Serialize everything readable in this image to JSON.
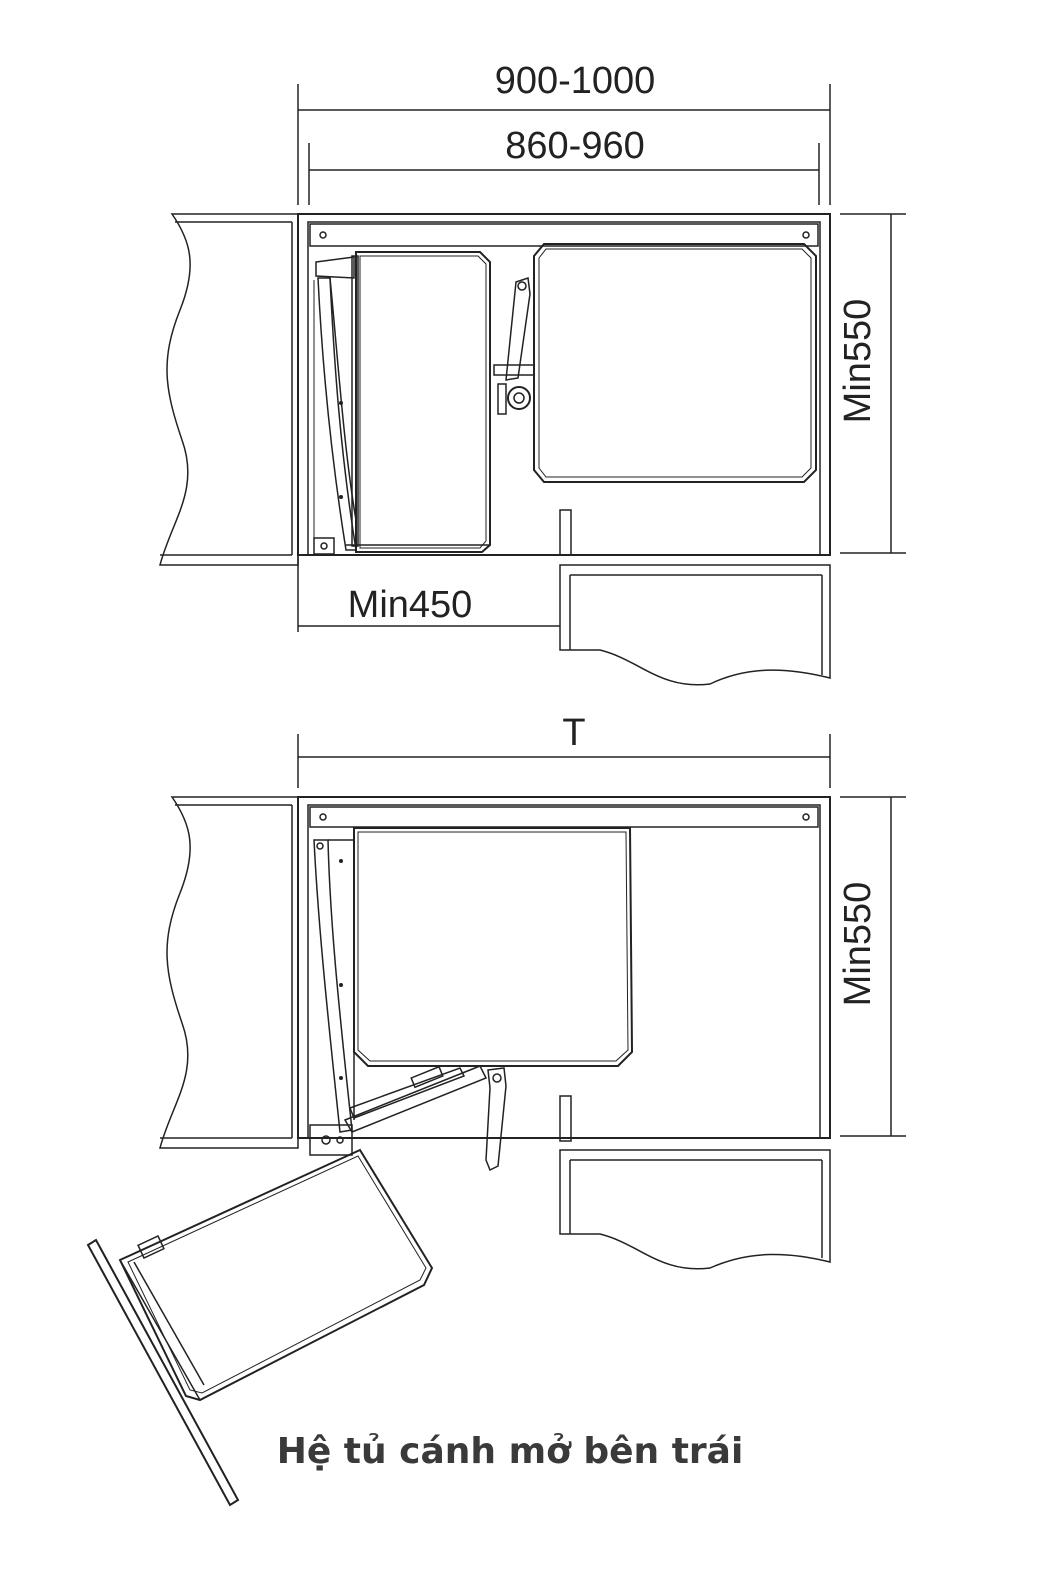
{
  "diagram": {
    "top_view": {
      "width_outer": "900-1000",
      "width_inner": "860-960",
      "depth": "Min550",
      "door_offset": "Min450"
    },
    "bottom_view": {
      "width": "T",
      "depth": "Min550"
    },
    "caption": "Hệ tủ cánh mở bên trái"
  }
}
